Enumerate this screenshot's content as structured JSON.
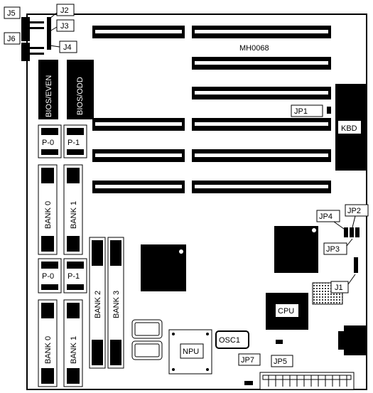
{
  "board": {
    "model": "MH0068",
    "connectors": {
      "j5": "J5",
      "j2": "J2",
      "j3": "J3",
      "j6": "J6",
      "j4": "J4",
      "j1": "J1",
      "kbd": "KBD"
    },
    "jumpers": {
      "jp1": "JP1",
      "jp2": "JP2",
      "jp3": "JP3",
      "jp4": "JP4",
      "jp5": "JP5",
      "jp7": "JP7"
    },
    "bios": {
      "even": "BIOS/EVEN",
      "odd": "BIOS/ODD"
    },
    "parity": {
      "p0": "P-0",
      "p1": "P-1"
    },
    "banks": {
      "b0": "BANK 0",
      "b1": "BANK 1",
      "b2": "BANK 2",
      "b3": "BANK 3"
    },
    "chips": {
      "cpu": "CPU",
      "npu": "NPU",
      "osc": "OSC1"
    }
  }
}
